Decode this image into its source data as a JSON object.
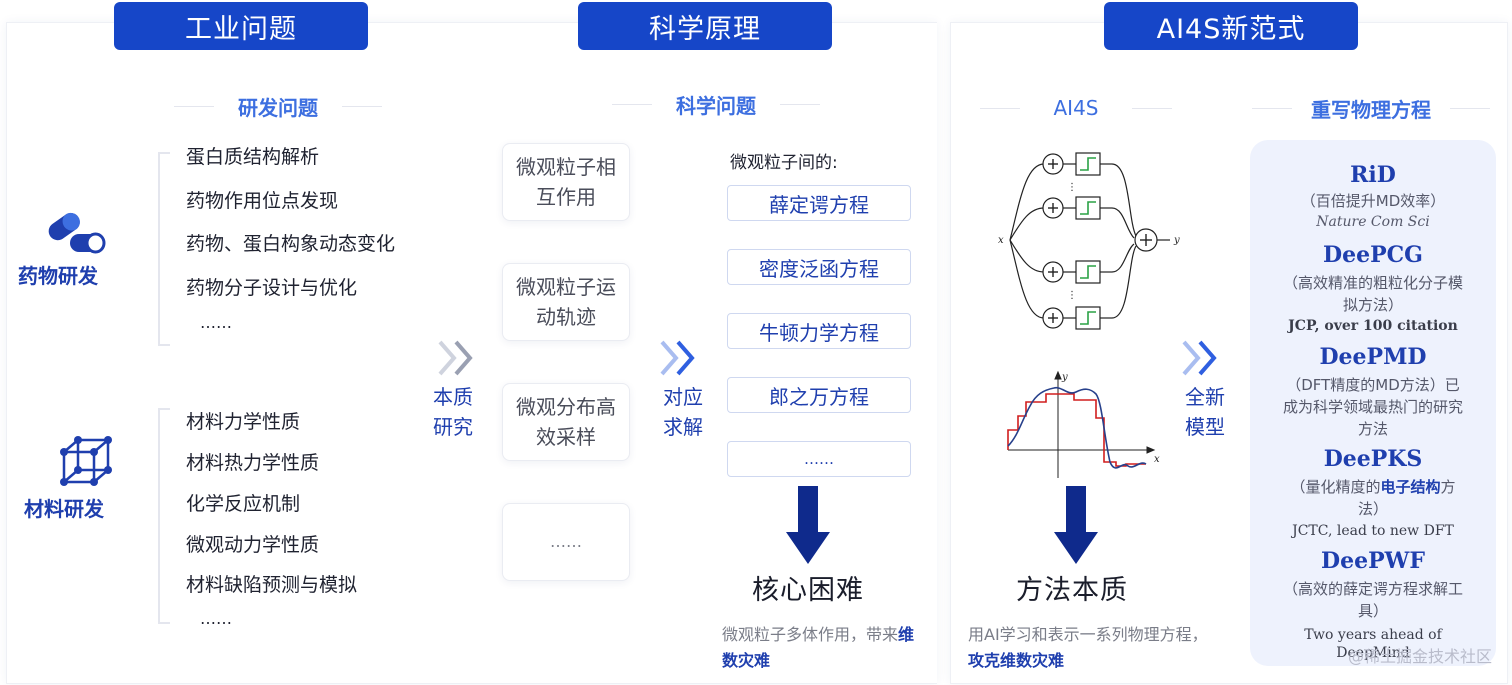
{
  "headers": {
    "industry": "工业问题",
    "science": "科学原理",
    "ai4s": "AI4S新范式"
  },
  "industry": {
    "subheading": "研发问题",
    "drug": {
      "label": "药物研发",
      "items": [
        "蛋白质结构解析",
        "药物作用位点发现",
        "药物、蛋白构象动态变化",
        "药物分子设计与优化",
        "……"
      ]
    },
    "material": {
      "label": "材料研发",
      "items": [
        "材料力学性质",
        "材料热力学性质",
        "化学反应机制",
        "微观动力学性质",
        "材料缺陷预测与模拟",
        "……"
      ]
    }
  },
  "arrow1_label": "本质研究",
  "science": {
    "subheading": "科学问题",
    "concepts": [
      "微观粒子相互作用",
      "微观粒子运动轨迹",
      "微观分布高效采样",
      "……"
    ],
    "arrow_label": "对应求解",
    "eq_title": "微观粒子间的:",
    "equations": [
      "薛定谔方程",
      "密度泛函方程",
      "牛顿力学方程",
      "郎之万方程",
      "……"
    ],
    "core_title": "核心困难",
    "core_note_prefix": "微观粒子多体作用，带来",
    "core_note_highlight": "维数灾难"
  },
  "ai4s": {
    "subheading_left": "AI4S",
    "subheading_right": "重写物理方程",
    "arrow_label": "全新模型",
    "method_title": "方法本质",
    "method_note_prefix": "用AI学习和表示一系列物理方程，",
    "method_note_highlight": "攻克维数灾难",
    "nn_labels": {
      "x": "x",
      "y": "y",
      "dots": "⋮"
    },
    "plot_labels": {
      "x": "x",
      "y": "y"
    }
  },
  "models": [
    {
      "name": "RiD",
      "desc": "（百倍提升MD效率）",
      "ref": "Nature Com Sci",
      "ref_style": "italic"
    },
    {
      "name": "DeePCG",
      "desc": "（高效精准的粗粒化分子模拟方法）",
      "ref": "JCP, over 100 citation",
      "ref_style": "bold"
    },
    {
      "name": "DeePMD",
      "desc": "（DFT精度的MD方法）已成为科学领域最热门的研究方法",
      "ref": "",
      "ref_style": ""
    },
    {
      "name": "DeePKS",
      "desc_prefix": "（量化精度的",
      "desc_highlight": "电子结构",
      "desc_suffix": "方法）",
      "ref": "JCTC, lead to new DFT",
      "ref_style": ""
    },
    {
      "name": "DeePWF",
      "desc": "（高效的薛定谔方程求解工具）",
      "ref": "Two years ahead of DeepMind",
      "ref_style": ""
    }
  ],
  "watermark": "@稀土掘金技术社区",
  "colors": {
    "header": "#1646c8",
    "accent": "#1f3fae",
    "light_accent": "#3d6fe0",
    "model_panel_bg": "#eef2fd",
    "dark_arrow": "#0f2a8c"
  },
  "icons": {
    "drug": "capsule-icon",
    "material": "cube-lattice-icon",
    "chevron": "double-chevron-icon",
    "down_arrow": "down-arrow-icon"
  }
}
